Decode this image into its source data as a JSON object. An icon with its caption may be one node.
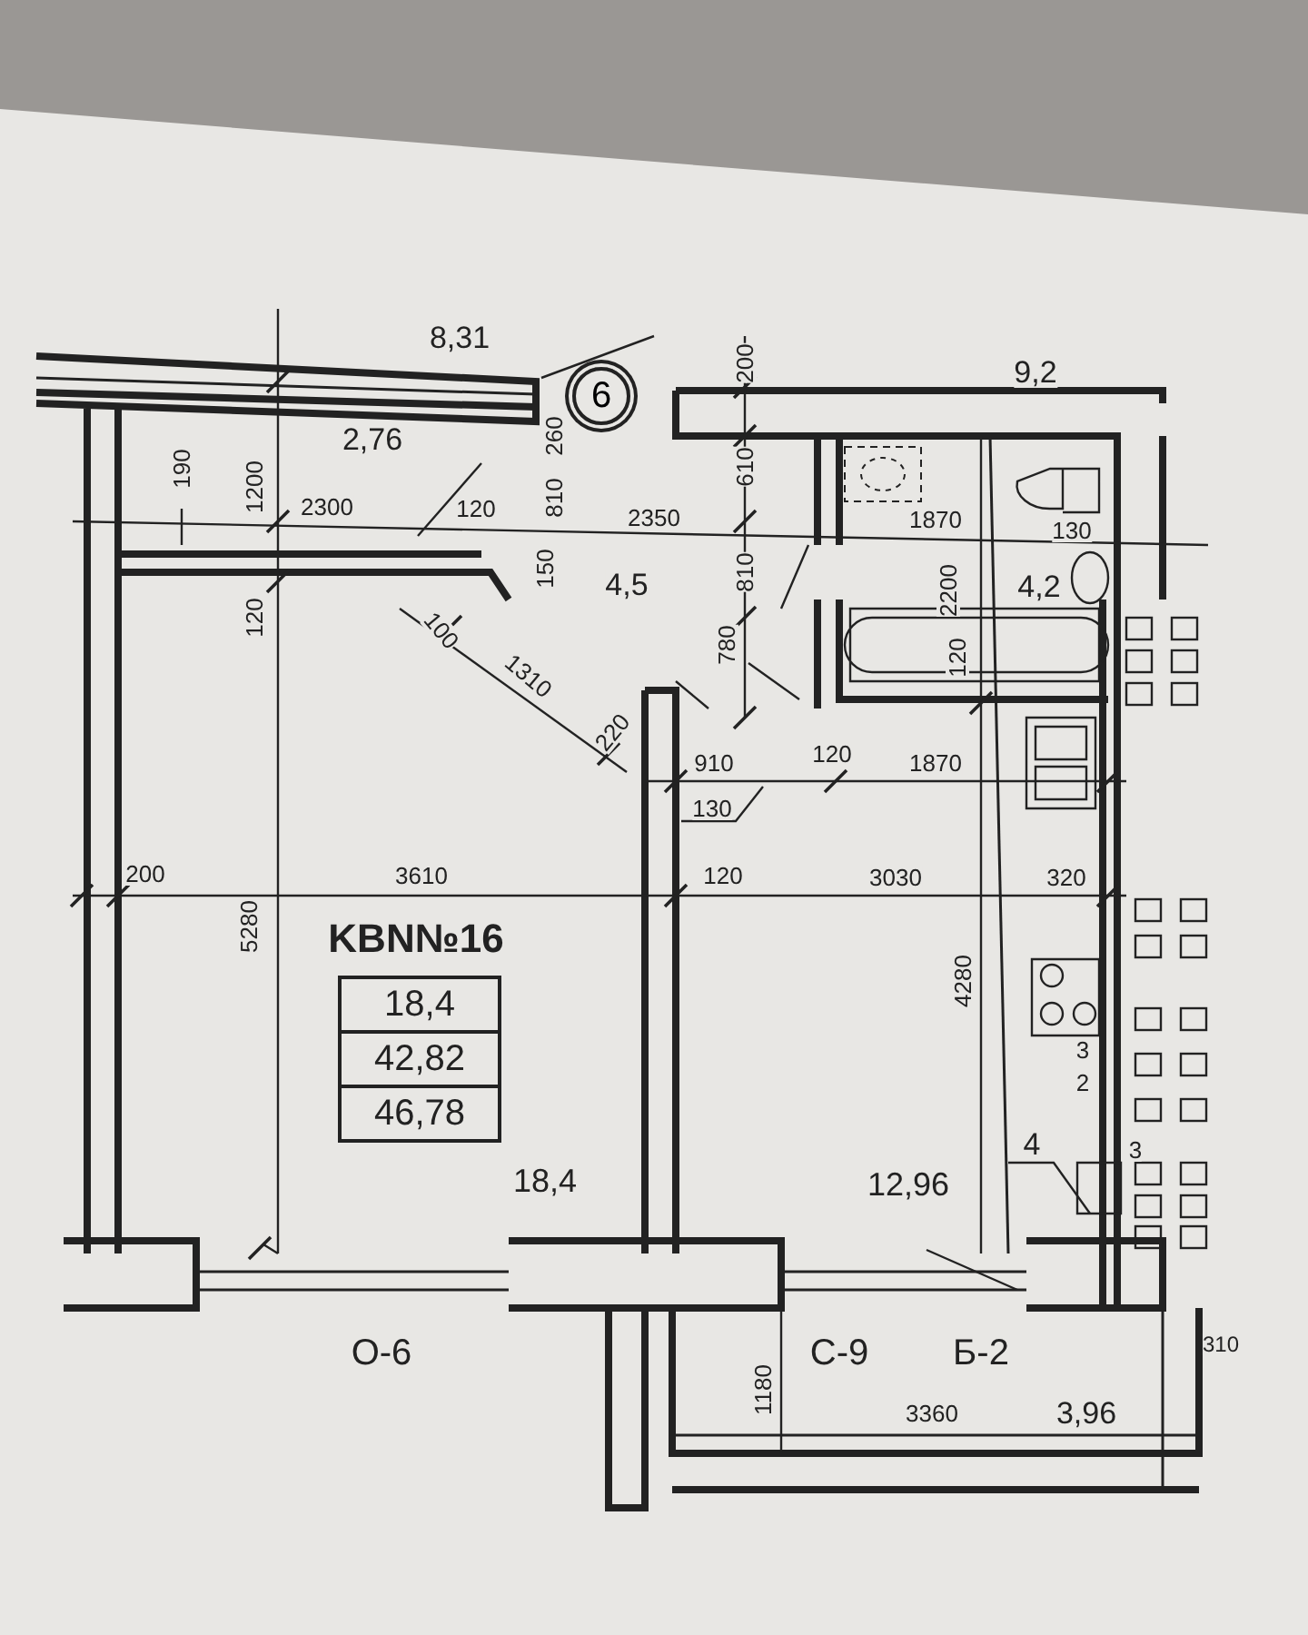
{
  "diagram": {
    "nodes": [
      {
        "text": [
          "18,4",
          "42,82",
          "46,78"
        ],
        "beside": [
          "KBN№16"
        ]
      },
      {
        "text": [
          "6"
        ]
      }
    ],
    "labels": [
      "8,31",
      "200",
      "9,2",
      "190",
      "2,76",
      "1200",
      "2300",
      "120",
      "260",
      "610",
      "810",
      "2350",
      "1870",
      "130",
      "150",
      "810",
      "4,5",
      "2200",
      "4,2",
      "120",
      "100",
      "1310",
      "780",
      "120",
      "220",
      "910",
      "120",
      "1870",
      "130",
      "200",
      "3610",
      "5280",
      "120",
      "3030",
      "320",
      "4280",
      "3",
      "2",
      "4",
      "3",
      "18,4",
      "12,96",
      "О-6",
      "С-9",
      "Б-2",
      "1180",
      "3360",
      "3,96",
      "310"
    ]
  }
}
